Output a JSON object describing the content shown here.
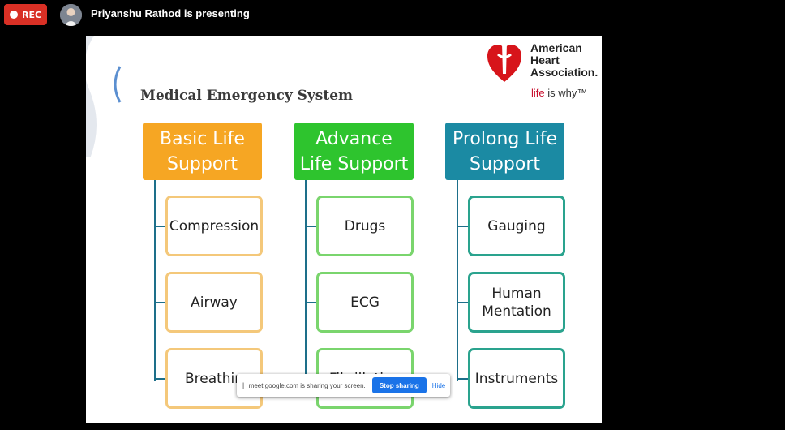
{
  "topbar": {
    "rec_label": "REC",
    "presenter_text": "Priyanshu Rathod is presenting"
  },
  "slide": {
    "title": "Medical Emergency System",
    "logo": {
      "name_line1": "American",
      "name_line2": "Heart",
      "name_line3": "Association.",
      "tagline_life": "life",
      "tagline_rest": " is why™"
    },
    "columns": [
      {
        "heading_line1": "Basic Life",
        "heading_line2": "Support",
        "color": "#f6a623",
        "child_border": "#f4c87a",
        "items": [
          "Compression",
          "Airway",
          "Breathin"
        ]
      },
      {
        "heading_line1": "Advance",
        "heading_line2": "Life Support",
        "color": "#2ec42e",
        "child_border": "#7ad56d",
        "items": [
          "Drugs",
          "ECG",
          "Fibrillation"
        ]
      },
      {
        "heading_line1": "Prolong Life",
        "heading_line2": "Support",
        "color": "#1b8aa3",
        "child_border": "#2aa38e",
        "items": [
          "Gauging",
          "Human Mentation",
          "Instruments"
        ]
      }
    ]
  },
  "share_bar": {
    "message": "meet.google.com is sharing your screen.",
    "stop_label": "Stop sharing",
    "hide_label": "Hide"
  }
}
